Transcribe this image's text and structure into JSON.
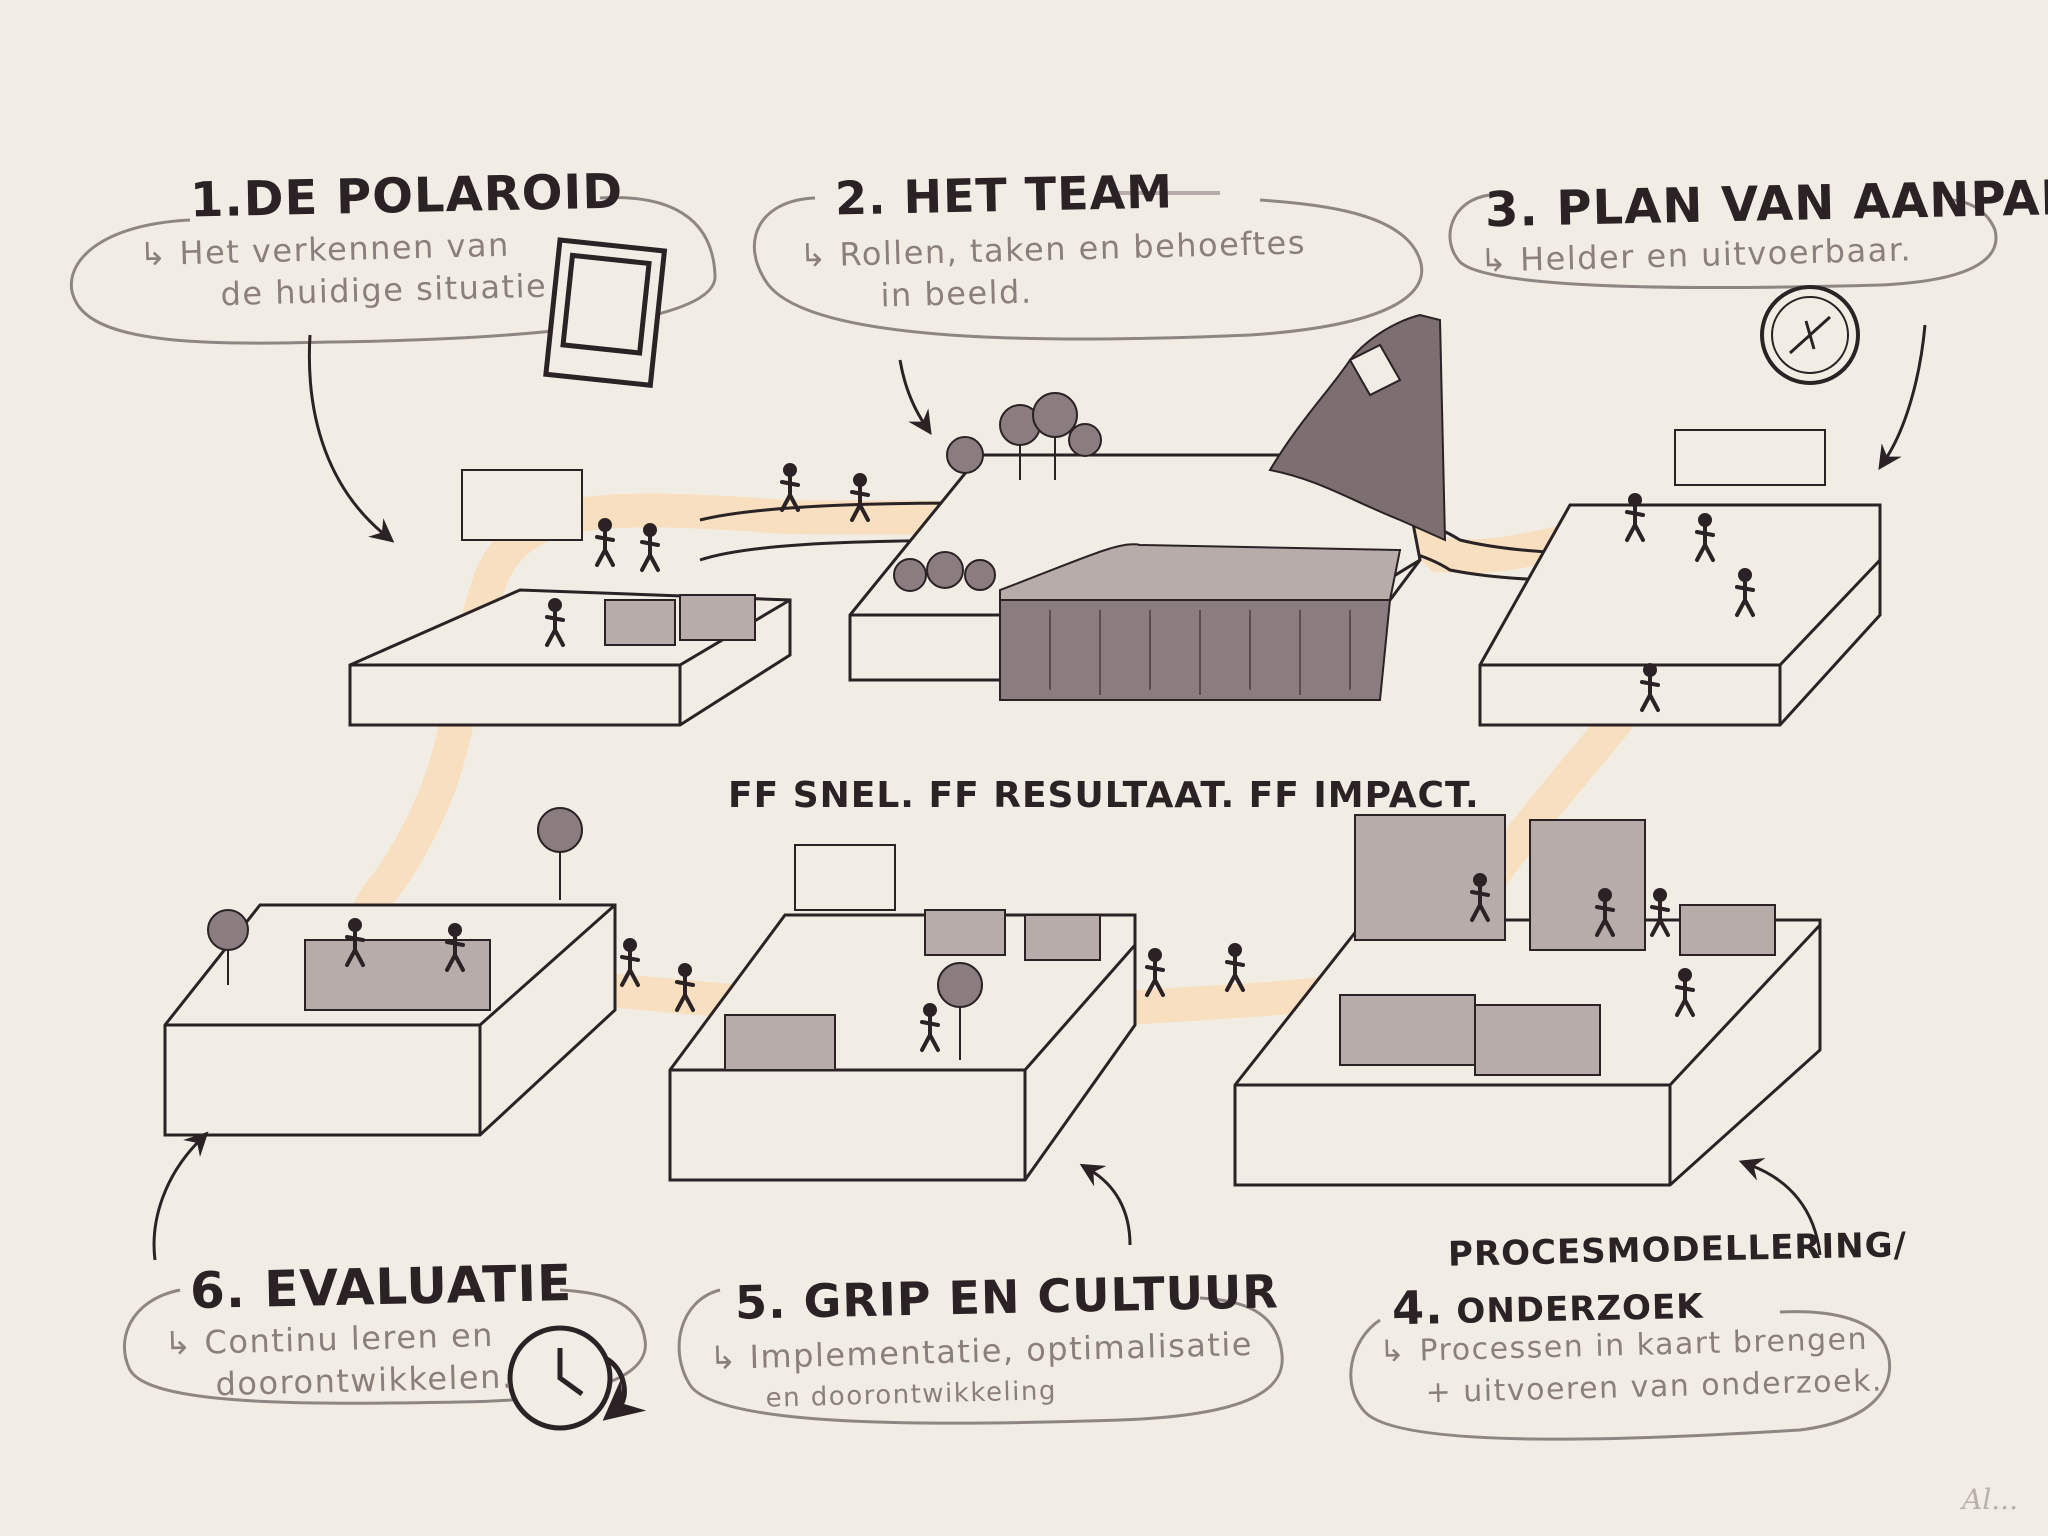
{
  "slogan": "FF SNEL. FF RESULTAAT. FF IMPACT.",
  "signature": "Al...",
  "steps": [
    {
      "number": "1.",
      "title": "DE POLAROID",
      "lines": [
        "Het verkennen van",
        "de huidige situatie"
      ]
    },
    {
      "number": "2.",
      "title": "HET TEAM",
      "lines": [
        "Rollen, taken en behoeftes",
        "in beeld."
      ]
    },
    {
      "number": "3.",
      "title": "PLAN VAN AANPAK",
      "lines": [
        "Helder en uitvoerbaar."
      ]
    },
    {
      "number": "4.",
      "title_line1": "PROCESMODELLERING/",
      "title_line2": "ONDERZOEK",
      "lines": [
        "Processen in kaart brengen",
        "+ uitvoeren van onderzoek."
      ]
    },
    {
      "number": "5.",
      "title": "GRIP EN CULTUUR",
      "lines": [
        "Implementatie, optimalisatie",
        "en doorontwikkeling"
      ]
    },
    {
      "number": "6.",
      "title": "EVALUATIE",
      "lines": [
        "Continu leren en",
        "doorontwikkelen."
      ]
    }
  ],
  "icons": [
    "polaroid-icon",
    "compass-icon",
    "clock-icon"
  ],
  "colors": {
    "background": "#f2ede4",
    "ink": "#2a2224",
    "road": "#f7dfc0",
    "bubble": "#8f8684",
    "mountain": "#7d6e70"
  }
}
